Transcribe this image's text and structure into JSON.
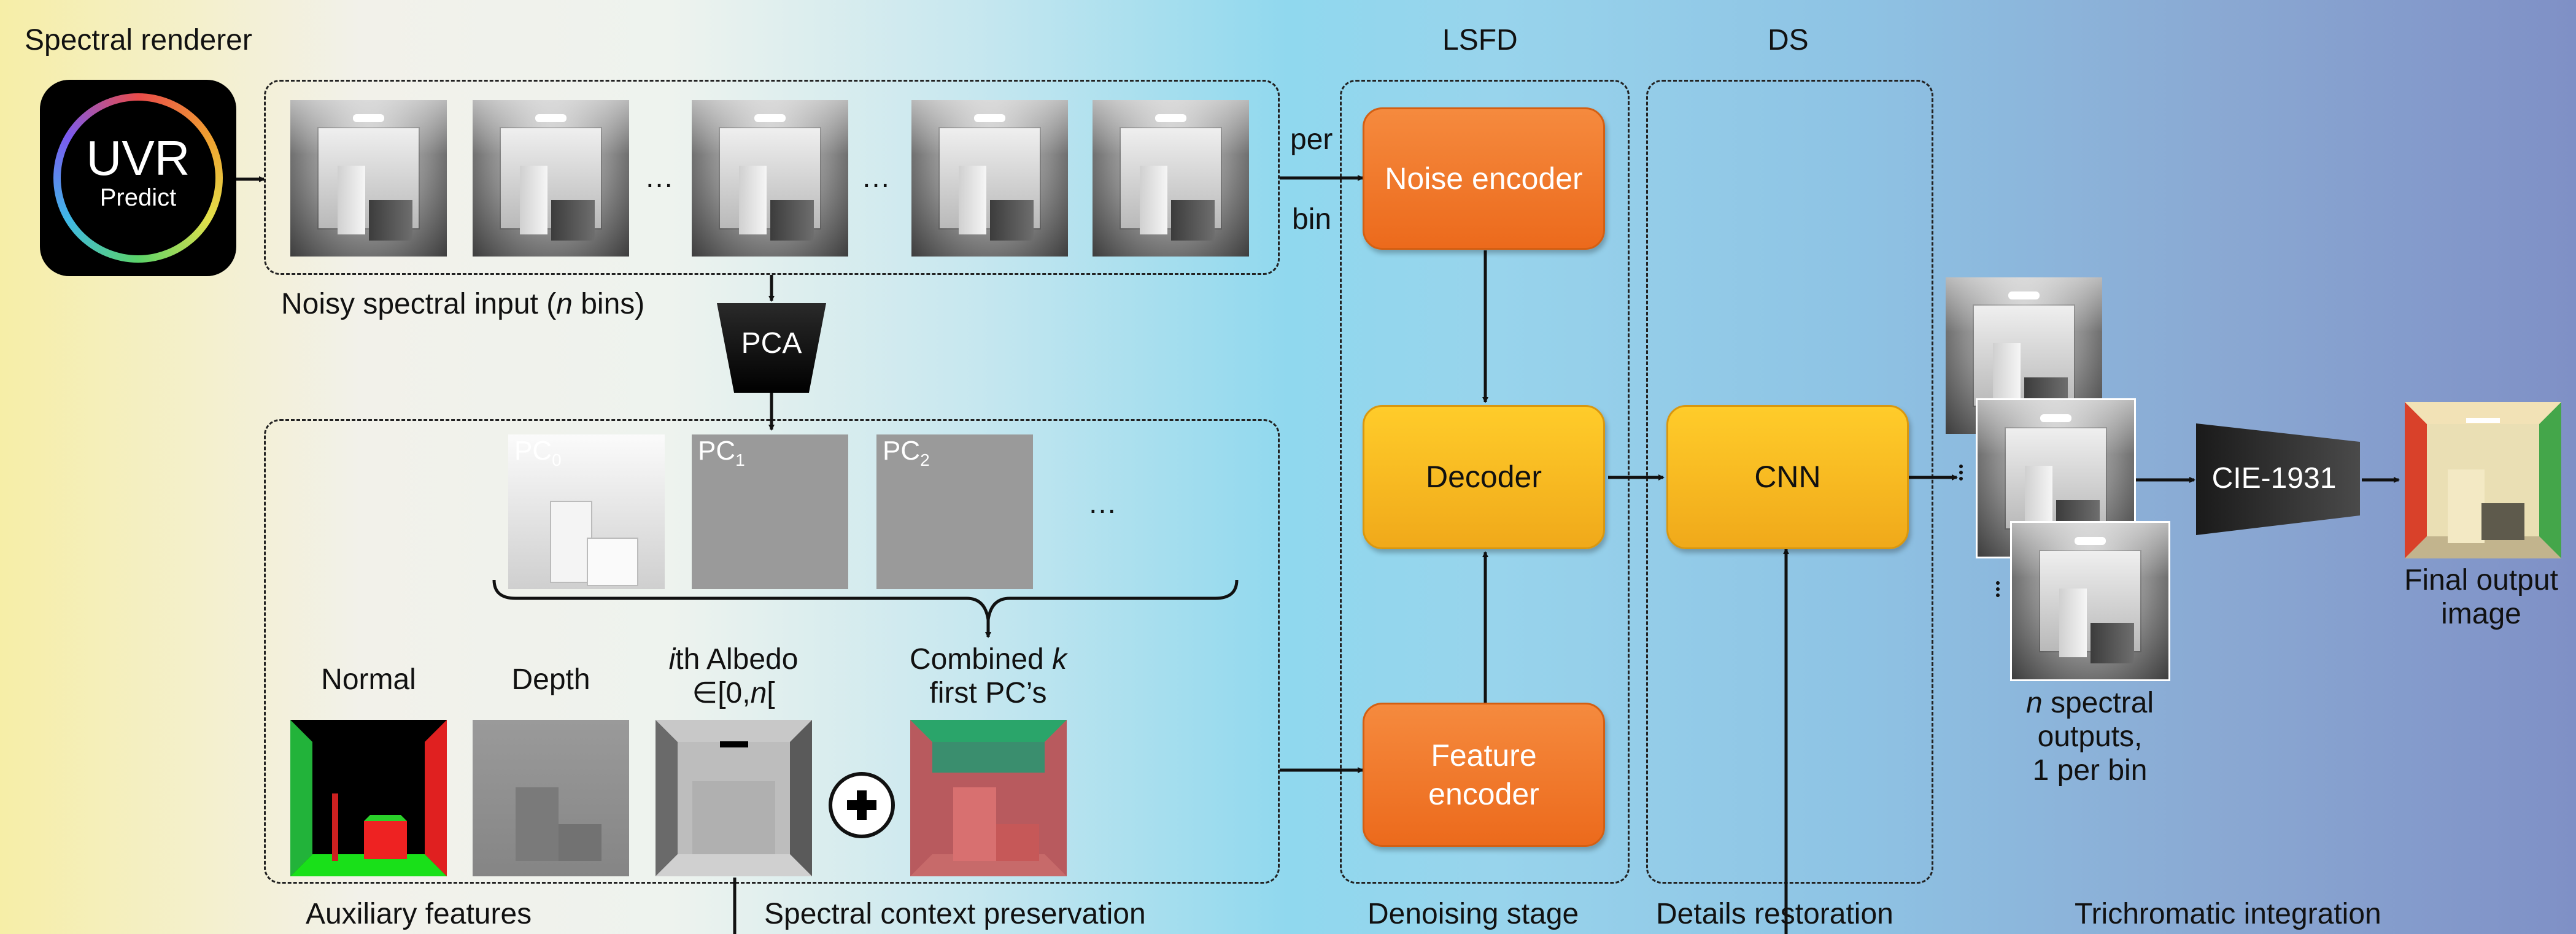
{
  "headers": {
    "spectral_renderer": "Spectral renderer",
    "lsfd": "LSFD",
    "ds": "DS"
  },
  "logo": {
    "line1": "UVR",
    "line2": "Predict"
  },
  "inputs": {
    "caption_prefix": "Noisy spectral input (",
    "caption_italic": "n",
    "caption_suffix": " bins)",
    "ellipsis1": "…",
    "ellipsis2": "…",
    "per": "per",
    "bin": "bin"
  },
  "pca": {
    "label": "PCA"
  },
  "pcs": {
    "pc0": "PC",
    "pc0_sub": "0",
    "pc1": "PC",
    "pc1_sub": "1",
    "pc2": "PC",
    "pc2_sub": "2",
    "ellipsis": "…"
  },
  "aux": {
    "normal": "Normal",
    "depth": "Depth",
    "albedo_italic": "i",
    "albedo_rest": "th Albedo",
    "albedo_range_prefix": "∈[0,",
    "albedo_range_italic": "n",
    "albedo_range_suffix": "[",
    "combined_line1_prefix": "Combined ",
    "combined_line1_italic": "k",
    "combined_line2": "first PC’s",
    "plus": "+"
  },
  "boxes": {
    "noise_encoder": "Noise encoder",
    "decoder": "Decoder",
    "feature_encoder_1": "Feature",
    "feature_encoder_2": "encoder",
    "cnn": "CNN",
    "cie": "CIE-1931"
  },
  "outputs": {
    "n_italic": "n",
    "line1_rest": " spectral",
    "line2": "outputs,",
    "line3": "1 per bin",
    "final1": "Final output",
    "final2": "image"
  },
  "bottom": {
    "aux_features": "Auxiliary features",
    "spectral_context": "Spectral context preservation",
    "denoising": "Denoising stage",
    "details": "Details restoration",
    "trichromatic": "Trichromatic integration"
  },
  "colors": {
    "orange": "#ee731f",
    "yellow": "#f6b61f",
    "line": "#111111"
  }
}
